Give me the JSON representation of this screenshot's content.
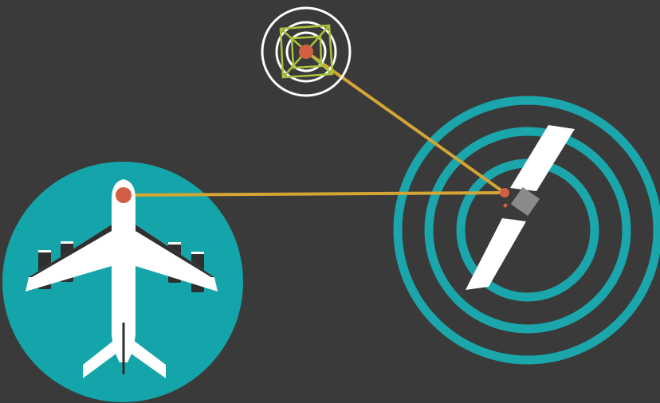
{
  "colors": {
    "background": "#3a3a3a",
    "teal": "#14a5aa",
    "teal_ring": "#1aa6ab",
    "link": "#d4a535",
    "node": "#d25f44",
    "white": "#ffffff",
    "green": "#a9c23a",
    "engine": "#2f2f2f",
    "panel_gray": "#8a8a8a"
  },
  "icons": {
    "ground_station": "target-crosshair-icon",
    "satellite": "satellite-icon",
    "aircraft": "airplane-icon"
  },
  "links": [
    {
      "from": "ground-station",
      "to": "satellite"
    },
    {
      "from": "aircraft",
      "to": "satellite"
    }
  ]
}
